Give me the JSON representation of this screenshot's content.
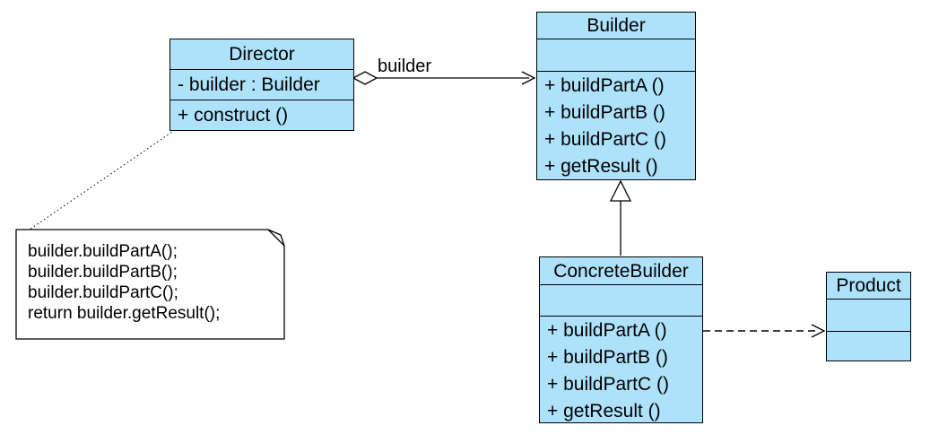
{
  "colors": {
    "class_fill": "#AEE2FB",
    "stroke": "#000000",
    "note_fill": "#FFFFFF",
    "background": "#FFFFFF"
  },
  "classes": {
    "director": {
      "name": "Director",
      "attributes": [
        "- builder : Builder"
      ],
      "methods": [
        "+ construct ()"
      ]
    },
    "builder": {
      "name": "Builder",
      "attributes": [],
      "methods": [
        "+ buildPartA ()",
        "+ buildPartB ()",
        "+ buildPartC ()",
        "+ getResult ()"
      ]
    },
    "concrete_builder": {
      "name": "ConcreteBuilder",
      "attributes": [],
      "methods": [
        "+ buildPartA ()",
        "+ buildPartB ()",
        "+ buildPartC ()",
        "+ getResult ()"
      ]
    },
    "product": {
      "name": "Product",
      "attributes": [],
      "methods": []
    }
  },
  "relationships": {
    "aggregation": {
      "type": "aggregation",
      "from": "Director",
      "to": "Builder",
      "label": "builder"
    },
    "generalization": {
      "type": "generalization",
      "from": "ConcreteBuilder",
      "to": "Builder"
    },
    "dependency": {
      "type": "dependency",
      "from": "ConcreteBuilder",
      "to": "Product"
    }
  },
  "note": {
    "lines": [
      "builder.buildPartA();",
      "builder.buildPartB();",
      "builder.buildPartC();",
      "return builder.getResult();"
    ]
  }
}
